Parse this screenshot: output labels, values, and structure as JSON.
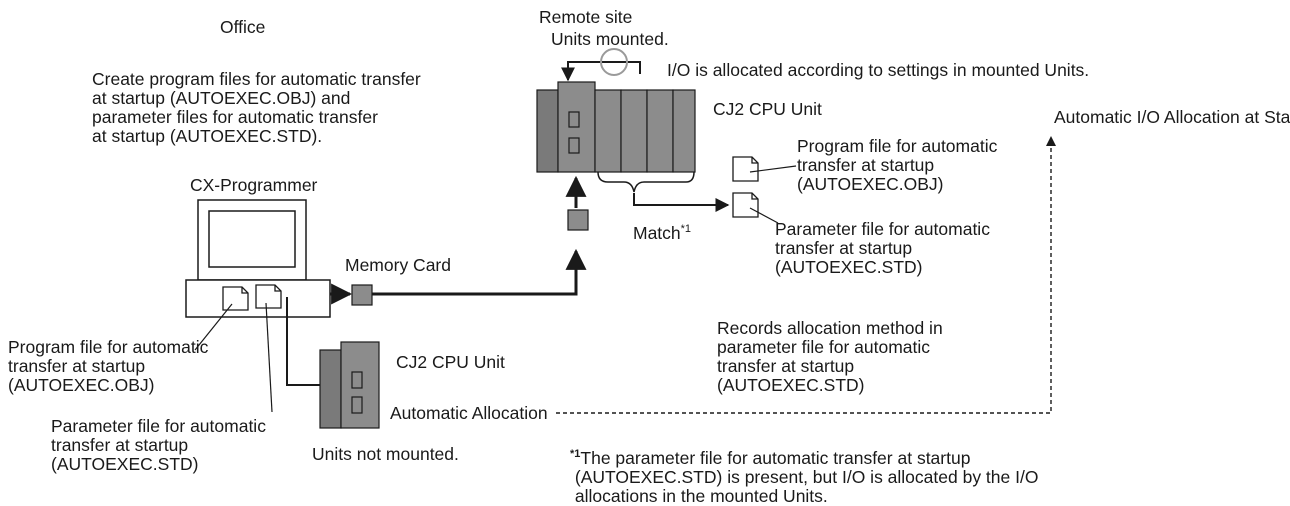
{
  "office": {
    "title": "Office",
    "description": "Create program files for automatic transfer\nat startup (AUTOEXEC.OBJ) and\nparameter files for automatic transfer\nat startup (AUTOEXEC.STD).",
    "software": "CX-Programmer",
    "memory_card": "Memory Card",
    "program_file": "Program file for automatic\ntransfer at startup\n(AUTOEXEC.OBJ)",
    "parameter_file": "Parameter file for automatic\ntransfer at startup\n(AUTOEXEC.STD)",
    "cpu_unit": "CJ2 CPU Unit",
    "units_not_mounted": "Units not mounted.",
    "automatic_allocation": "Automatic Allocation",
    "records_allocation": "Records allocation method in\nparameter file for automatic\ntransfer at startup\n(AUTOEXEC.STD)"
  },
  "remote": {
    "title": "Remote site",
    "units_mounted": "Units mounted.",
    "io_allocated": "I/O is allocated according to settings in mounted Units.",
    "cpu_unit": "CJ2 CPU Unit",
    "auto_io_allocation": "Automatic I/O Allocation at Startup",
    "program_file": "Program file for automatic\ntransfer at startup\n(AUTOEXEC.OBJ)",
    "parameter_file": "Parameter file for automatic\ntransfer at startup\n(AUTOEXEC.STD)",
    "match_label": "Match",
    "match_sup": "*1"
  },
  "footnote": {
    "mark": "*1",
    "text": "The parameter file for automatic transfer at startup\n (AUTOEXEC.STD) is present, but I/O is allocated by the I/O\n allocations in the mounted Units."
  },
  "colors": {
    "unit_fill": "#8c8c8c",
    "unit_dark": "#6e6e6e",
    "line": "#1a1a1a",
    "circle": "#9a9a9a"
  }
}
